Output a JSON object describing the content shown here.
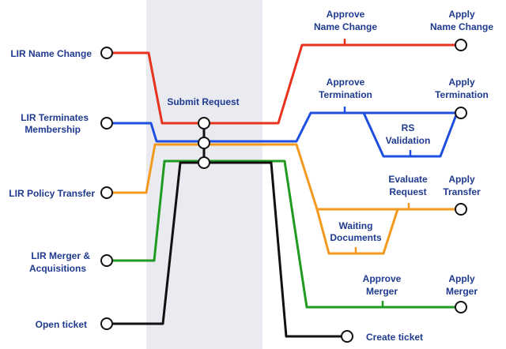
{
  "colors": {
    "name_change": "#e8321e",
    "termination": "#1e4fe0",
    "policy_transfer": "#f39a1e",
    "merger": "#1e9a1e",
    "ticket": "#111111",
    "label": "#1f3a8f",
    "band": "#e9ebf1"
  },
  "inputs": {
    "name_change": "LIR Name Change",
    "terminates_l1": "LIR Terminates",
    "terminates_l2": "Membership",
    "policy_transfer": "LIR Policy Transfer",
    "merger_l1": "LIR Merger &",
    "merger_l2": "Acquisitions",
    "open_ticket": "Open ticket"
  },
  "stages": {
    "submit_request": "Submit Request",
    "approve_name_l1": "Approve",
    "approve_name_l2": "Name Change",
    "apply_name_l1": "Apply",
    "apply_name_l2": "Name Change",
    "approve_term_l1": "Approve",
    "approve_term_l2": "Termination",
    "apply_term_l1": "Apply",
    "apply_term_l2": "Termination",
    "rs_l1": "RS",
    "rs_l2": "Validation",
    "evaluate_l1": "Evaluate",
    "evaluate_l2": "Request",
    "apply_transfer_l1": "Apply",
    "apply_transfer_l2": "Transfer",
    "waiting_l1": "Waiting",
    "waiting_l2": "Documents",
    "approve_merger_l1": "Approve",
    "approve_merger_l2": "Merger",
    "apply_merger_l1": "Apply",
    "apply_merger_l2": "Merger",
    "create_ticket": "Create ticket"
  }
}
